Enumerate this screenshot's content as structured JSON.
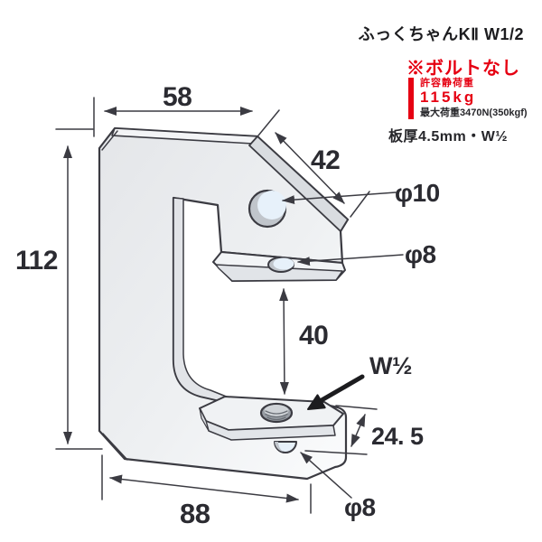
{
  "header": {
    "product_title": "ふっくちゃんKⅡ W1/2",
    "bolt_note": "※ボルトなし",
    "rating": {
      "allowable_load_label": "許容静荷重",
      "allowable_load_value": "115kg",
      "max_load": "最大荷重3470N(350kgf)"
    },
    "spec_line": "板厚4.5mm・W½"
  },
  "dimensions": {
    "top_width": "58",
    "diagonal_edge": "42",
    "top_hole": "φ10",
    "flange_hole": "φ8",
    "gap": "40",
    "thread": "W½",
    "tab_depth": "24. 5",
    "bottom_width": "88",
    "bottom_hole": "φ8",
    "height": "112"
  },
  "colors": {
    "accent_red": "#e60012",
    "line_color": "#3b3b42",
    "hole_blue": "#e7f1fa",
    "body_gray": "#e6e8ea"
  }
}
